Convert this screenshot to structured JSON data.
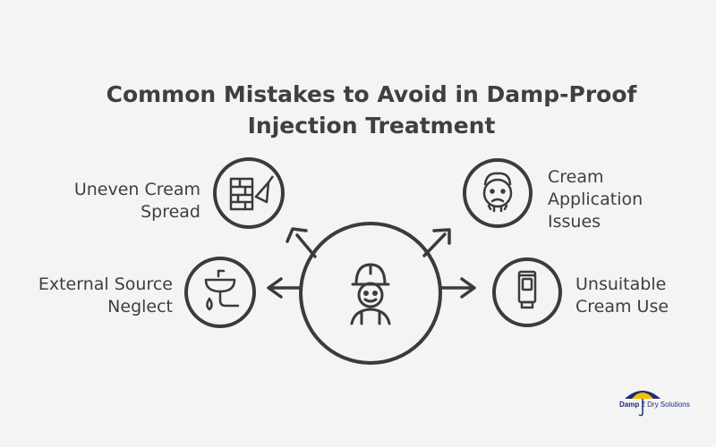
{
  "title": {
    "line1": "Common Mistakes to Avoid in Damp-Proof",
    "line2": "Injection Treatment"
  },
  "items": [
    {
      "id": "uneven",
      "line1": "Uneven Cream",
      "line2": "Spread",
      "icon": "brick-wall-trowel-icon"
    },
    {
      "id": "application",
      "line1": "Cream",
      "line2": "Application",
      "line3": "Issues",
      "icon": "worried-person-icon"
    },
    {
      "id": "external",
      "line1": "External Source",
      "line2": "Neglect",
      "icon": "sink-pipe-leak-icon"
    },
    {
      "id": "unsuitable",
      "line1": "Unsuitable",
      "line2": "Cream Use",
      "icon": "cream-tube-icon"
    }
  ],
  "center": {
    "icon": "worker-hardhat-icon"
  },
  "logo": {
    "part1": "Damp",
    "part2": "2 Dry Solutions",
    "colors": {
      "umbrella_blue": "#1b2a7a",
      "umbrella_yellow": "#f2c200"
    }
  }
}
